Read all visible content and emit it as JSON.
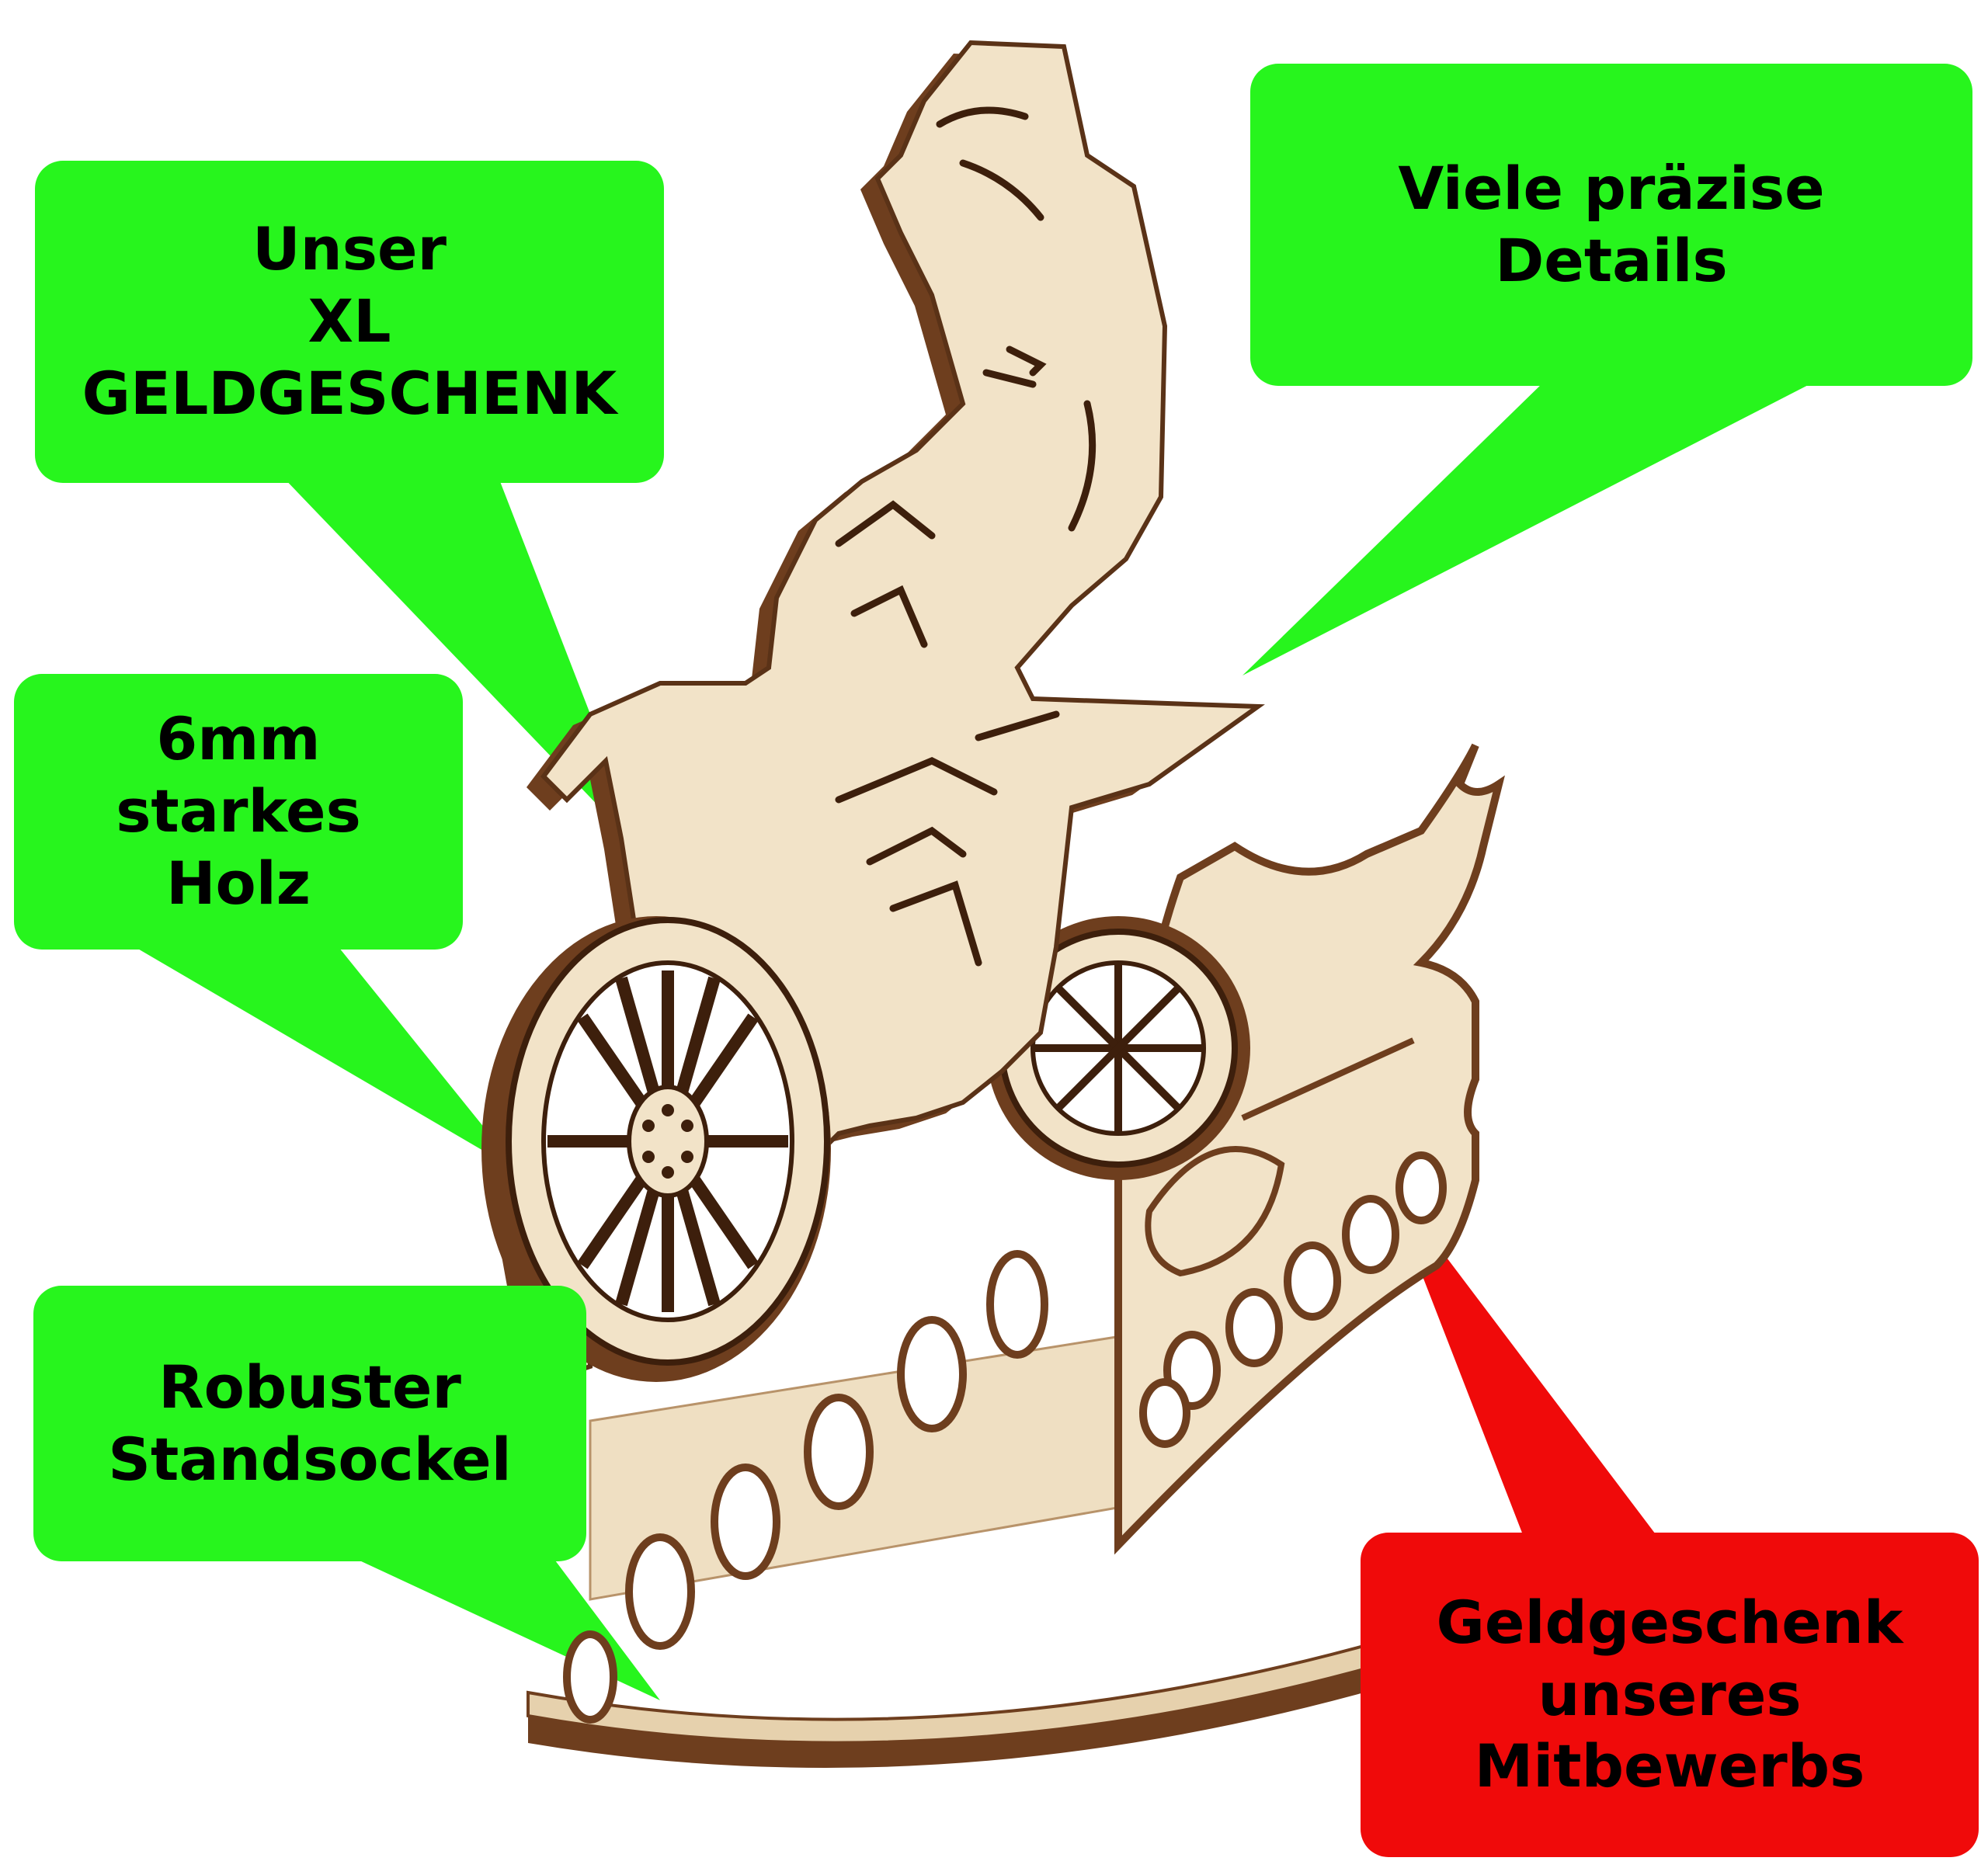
{
  "colors": {
    "callout_green": "#27f51d",
    "callout_red": "#f00a0a",
    "wood_light": "#f2e3c8",
    "wood_mid": "#e6d1ad",
    "wood_edge": "#6e3e1e",
    "wood_dark": "#3d1f0c"
  },
  "callouts": {
    "xl": {
      "lines": [
        "Unser",
        "XL",
        "GELDGESCHENK"
      ]
    },
    "details": {
      "lines": [
        "Viele präzise",
        "Details"
      ]
    },
    "holz": {
      "lines": [
        "6mm",
        "starkes",
        "Holz"
      ]
    },
    "sockel": {
      "lines": [
        "Robuster",
        "Standsockel"
      ]
    },
    "mitbewerb": {
      "lines": [
        "Geldgeschenk",
        "unseres",
        "Mitbewerbs"
      ]
    }
  }
}
